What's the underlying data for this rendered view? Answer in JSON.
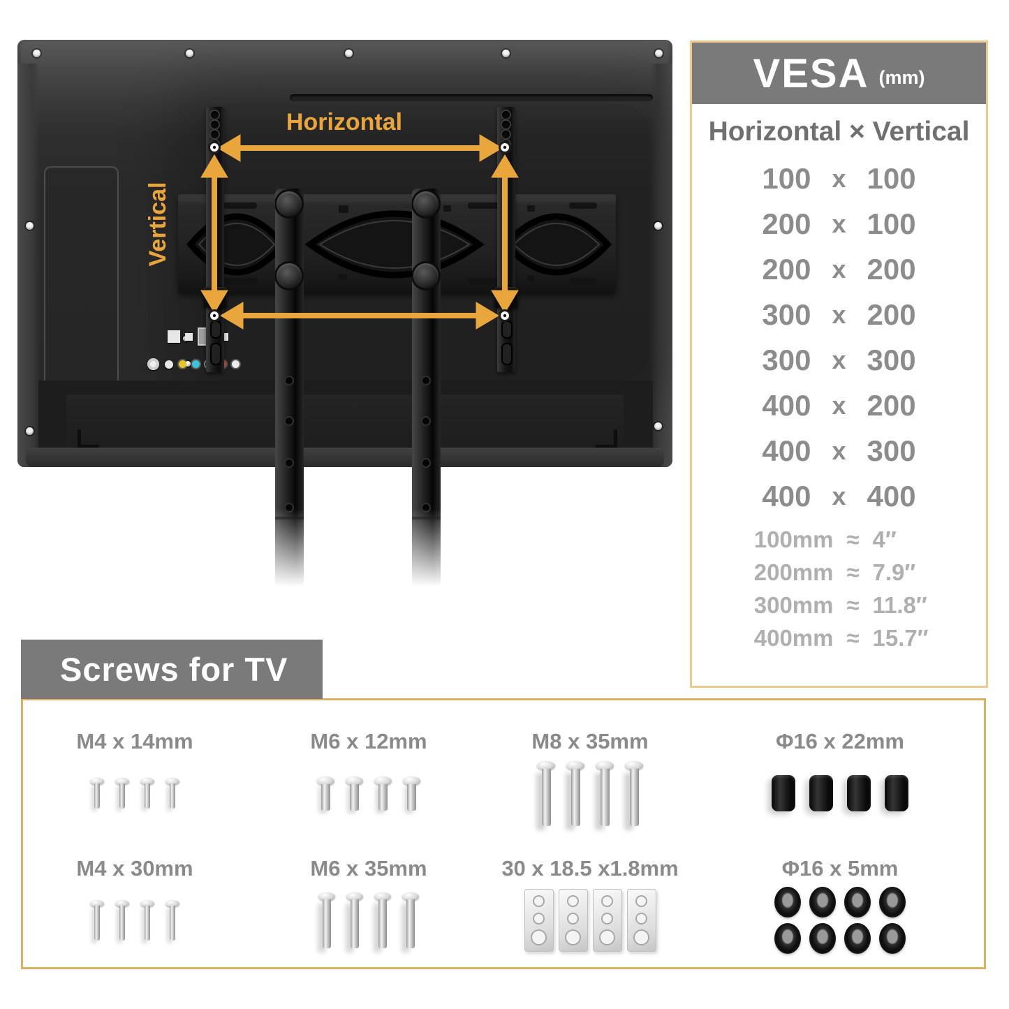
{
  "tv_diagram": {
    "horizontal_label": "Horizontal",
    "vertical_label": "Vertical"
  },
  "vesa_panel": {
    "title": "VESA",
    "title_unit": "(mm)",
    "subtitle": "Horizontal × Vertical",
    "x_separator": "x",
    "sizes": [
      {
        "h": "100",
        "v": "100"
      },
      {
        "h": "200",
        "v": "100"
      },
      {
        "h": "200",
        "v": "200"
      },
      {
        "h": "300",
        "v": "200"
      },
      {
        "h": "300",
        "v": "300"
      },
      {
        "h": "400",
        "v": "200"
      },
      {
        "h": "400",
        "v": "300"
      },
      {
        "h": "400",
        "v": "400"
      }
    ],
    "approx_symbol": "≈",
    "conversions": [
      {
        "mm": "100mm",
        "inch": "4″"
      },
      {
        "mm": "200mm",
        "inch": "7.9″"
      },
      {
        "mm": "300mm",
        "inch": "11.8″"
      },
      {
        "mm": "400mm",
        "inch": "15.7″"
      }
    ]
  },
  "screws_section": {
    "title": "Screws for TV",
    "items": [
      {
        "label": "M4 x 14mm",
        "count": 4,
        "type": "machine-screw"
      },
      {
        "label": "M6 x 12mm",
        "count": 4,
        "type": "machine-screw"
      },
      {
        "label": "M8 x 35mm",
        "count": 4,
        "type": "machine-screw"
      },
      {
        "label": "Φ16 x 22mm",
        "count": 4,
        "type": "spacer-cylinder"
      },
      {
        "label": "M4 x 30mm",
        "count": 4,
        "type": "machine-screw"
      },
      {
        "label": "M6 x 35mm",
        "count": 4,
        "type": "machine-screw"
      },
      {
        "label": "30 x 18.5 x1.8mm",
        "count": 4,
        "type": "spacer-plate"
      },
      {
        "label": "Φ16 x 5mm",
        "count": 8,
        "type": "washer"
      }
    ]
  },
  "colors": {
    "accent_orange": "#E9A63C",
    "vesa_border": "#ECC98E",
    "screws_border": "#DCB05E",
    "header_gray": "#7A7A7A",
    "subtitle_gray": "#6F6F6F",
    "sizes_gray": "#8C8C8C",
    "conversion_gray": "#AFAFAF",
    "tv_body": "#2E2E2E"
  }
}
